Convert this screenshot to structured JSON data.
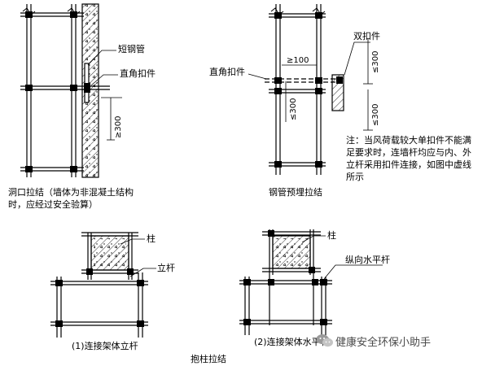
{
  "diagram_a": {
    "short_pipe_label": "短钢管",
    "right_angle_coupler_label": "直角扣件",
    "dim_300": "≥300",
    "caption": "洞口拉结（墙体为非混凝土结构时，应经过安全验算）"
  },
  "diagram_b": {
    "double_coupler_label": "双扣件",
    "right_angle_coupler_label": "直角扣件",
    "dim_100": "≥100",
    "dim_300_left": "≤300",
    "dim_300_right_top": "≤300",
    "dim_300_right_bottom": "≤300",
    "caption": "钢管预埋拉结",
    "note": "注：当风荷载较大单扣件不能满足要求时，连墙杆均应与内、外立杆采用扣件连接，如图中虚线所示"
  },
  "diagram_c": {
    "column_label": "柱",
    "upright_label": "立杆",
    "caption": "(1)连接架体立杆"
  },
  "diagram_d": {
    "column_label": "柱",
    "ledger_label": "纵向水平杆",
    "caption": "(2)连接架体水平杆"
  },
  "footer": {
    "group_title": "抱柱拉结"
  },
  "watermark": {
    "text": "健康安全环保小助手",
    "icon": "wechat-icon"
  }
}
